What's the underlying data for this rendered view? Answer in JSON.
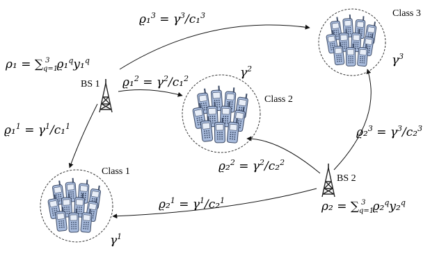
{
  "base_stations": [
    {
      "id": "bs1",
      "label": "BS 1",
      "rho": "ρ₁ = ∑",
      "rho_sub": "q=1",
      "rho_sup": "3",
      "rho_tail": "ϱ₁",
      "rho_tail_sup": "q",
      "rho_y": "y₁",
      "rho_y_sup": "q"
    },
    {
      "id": "bs2",
      "label": "BS 2",
      "rho": "ρ₂ = ∑",
      "rho_sub": "q=1",
      "rho_sup": "3",
      "rho_tail": "ϱ₂",
      "rho_tail_sup": "q",
      "rho_y": "y₂",
      "rho_y_sup": "q"
    }
  ],
  "classes": [
    {
      "id": "class1",
      "label": "Class 1",
      "gamma": "γ",
      "gamma_sup": "1"
    },
    {
      "id": "class2",
      "label": "Class 2",
      "gamma": "γ",
      "gamma_sup": "2"
    },
    {
      "id": "class3",
      "label": "Class 3",
      "gamma": "γ",
      "gamma_sup": "3"
    }
  ],
  "links": [
    {
      "id": "bs1-class3",
      "lhs": "ϱ₁",
      "lhs_sup": "3",
      "rhs": "γ",
      "rhs_sup": "3",
      "den": "c₁",
      "den_sup": "3"
    },
    {
      "id": "bs1-class2",
      "lhs": "ϱ₁",
      "lhs_sup": "2",
      "rhs": "γ",
      "rhs_sup": "2",
      "den": "c₁",
      "den_sup": "2"
    },
    {
      "id": "bs1-class1",
      "lhs": "ϱ₁",
      "lhs_sup": "1",
      "rhs": "γ",
      "rhs_sup": "1",
      "den": "c₁",
      "den_sup": "1"
    },
    {
      "id": "bs2-class3",
      "lhs": "ϱ₂",
      "lhs_sup": "3",
      "rhs": "γ",
      "rhs_sup": "3",
      "den": "c₂",
      "den_sup": "3"
    },
    {
      "id": "bs2-class2",
      "lhs": "ϱ₂",
      "lhs_sup": "2",
      "rhs": "γ",
      "rhs_sup": "2",
      "den": "c₂",
      "den_sup": "2"
    },
    {
      "id": "bs2-class1",
      "lhs": "ϱ₂",
      "lhs_sup": "1",
      "rhs": "γ",
      "rhs_sup": "1",
      "den": "c₂",
      "den_sup": "1"
    }
  ],
  "colors": {
    "phone_body": "#9fb3d6",
    "phone_dark": "#4a5a7a",
    "tower": "#222222",
    "ink": "#111111"
  }
}
